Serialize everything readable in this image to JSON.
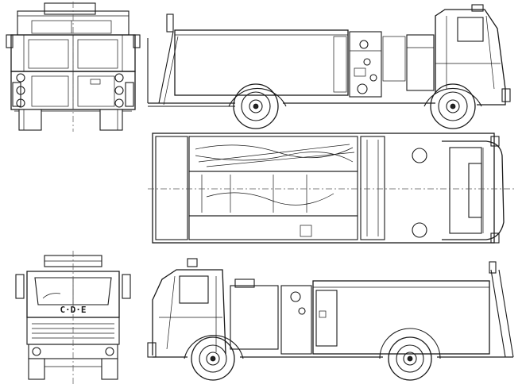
{
  "drawing": {
    "views": [
      "rear",
      "right-side",
      "top",
      "front",
      "left-side"
    ],
    "front_grille_text": "C·D·E",
    "colors": {
      "line": "#1a1a1a",
      "background": "#ffffff"
    }
  }
}
